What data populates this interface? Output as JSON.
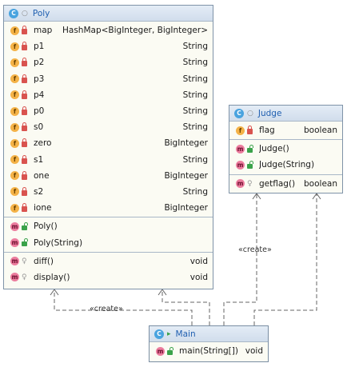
{
  "classes": {
    "poly": {
      "name": "Poly",
      "fields": [
        {
          "name": "map",
          "type": "HashMap<BigInteger, BigInteger>"
        },
        {
          "name": "p1",
          "type": "String"
        },
        {
          "name": "p2",
          "type": "String"
        },
        {
          "name": "p3",
          "type": "String"
        },
        {
          "name": "p4",
          "type": "String"
        },
        {
          "name": "p0",
          "type": "String"
        },
        {
          "name": "s0",
          "type": "String"
        },
        {
          "name": "zero",
          "type": "BigInteger"
        },
        {
          "name": "s1",
          "type": "String"
        },
        {
          "name": "one",
          "type": "BigInteger"
        },
        {
          "name": "s2",
          "type": "String"
        },
        {
          "name": "ione",
          "type": "BigInteger"
        }
      ],
      "constructors": [
        {
          "name": "Poly()"
        },
        {
          "name": "Poly(String)"
        }
      ],
      "methods": [
        {
          "name": "diff()",
          "type": "void"
        },
        {
          "name": "display()",
          "type": "void"
        }
      ]
    },
    "judge": {
      "name": "Judge",
      "fields": [
        {
          "name": "flag",
          "type": "boolean"
        }
      ],
      "constructors": [
        {
          "name": "Judge()"
        },
        {
          "name": "Judge(String)"
        }
      ],
      "methods": [
        {
          "name": "getflag()",
          "type": "boolean"
        }
      ]
    },
    "main": {
      "name": "Main",
      "methods": [
        {
          "name": "main(String[])",
          "type": "void"
        }
      ]
    }
  },
  "edges": {
    "create_label_1": "«create»",
    "create_label_2": "«create»"
  },
  "icons": {
    "class": "C",
    "field": "f",
    "method": "m"
  }
}
